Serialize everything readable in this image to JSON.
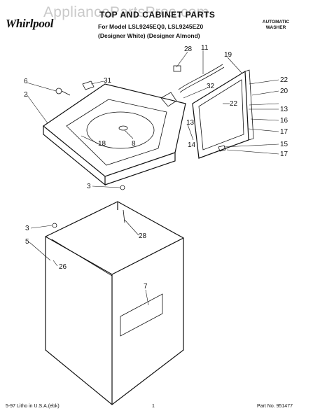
{
  "header": {
    "watermark": "AppliancePartsPros.com",
    "brand": "Whirlpool",
    "title": "TOP AND CABINET PARTS",
    "subtitle": "For Model LSL9245EQ0, LSL9245EZ0\n(Designer White) (Designer Almond)",
    "product_type": "AUTOMATIC\nWASHER"
  },
  "callouts": [
    "28",
    "11",
    "19",
    "22",
    "6",
    "31",
    "32",
    "20",
    "2",
    "22",
    "13",
    "16",
    "13",
    "17",
    "18",
    "8",
    "15",
    "14",
    "17",
    "3",
    "28",
    "3",
    "5",
    "26",
    "7"
  ],
  "footer": {
    "litho": "5-97 Litho in U.S.A.(ebk)",
    "page": "1",
    "part_no": "Part No. 951477"
  }
}
